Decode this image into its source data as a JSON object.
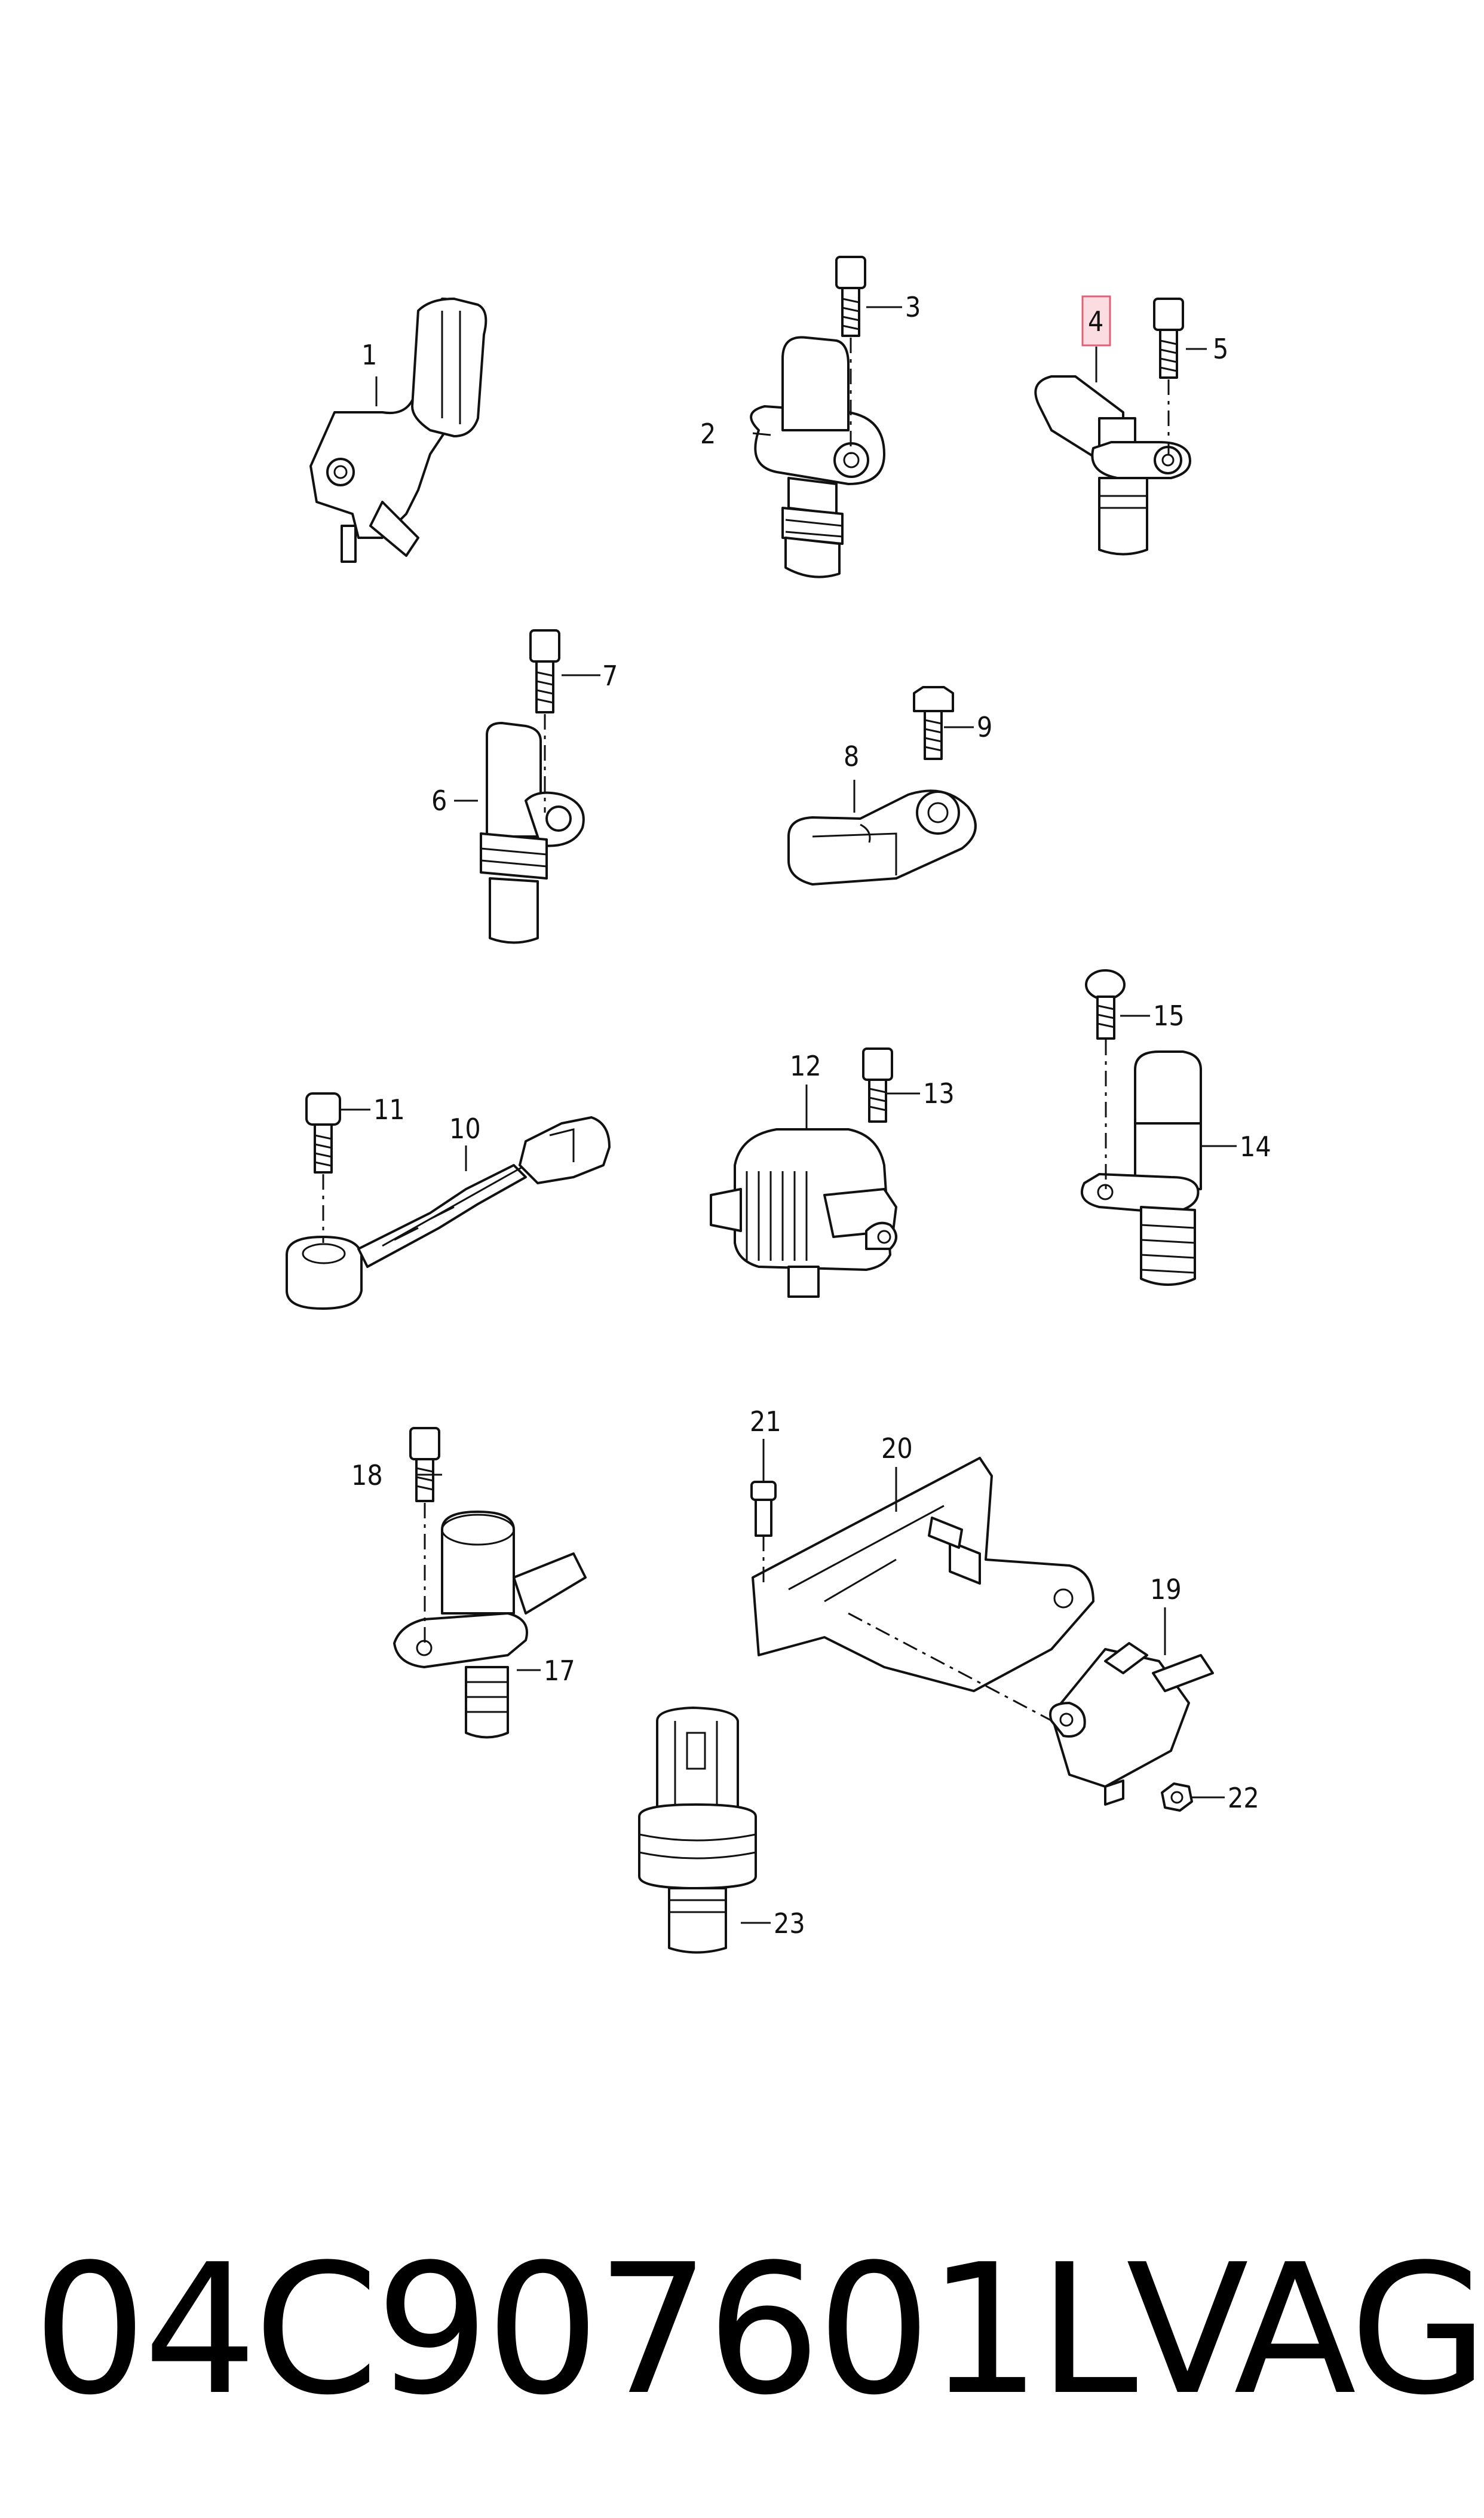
{
  "diagram": {
    "callouts": [
      "1",
      "2",
      "3",
      "4",
      "5",
      "6",
      "7",
      "8",
      "9",
      "10",
      "11",
      "12",
      "13",
      "14",
      "15",
      "17",
      "18",
      "19",
      "20",
      "21",
      "22",
      "23"
    ],
    "highlighted_callout": "4"
  },
  "footer": {
    "part_number": "04C907601L",
    "brand": "VAG"
  }
}
